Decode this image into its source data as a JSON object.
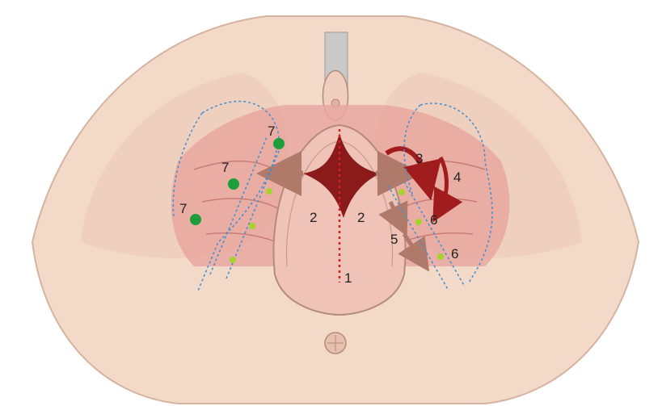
{
  "figure": {
    "labels": {
      "midline": "1",
      "left_flap": "2",
      "right_flap": "2",
      "rotation_arrow": "3",
      "lateral_arrow": "4",
      "advancement_arrow": "5",
      "suture_upper": "6",
      "suture_lower": "6",
      "anchor_top": "7",
      "anchor_middle": "7",
      "anchor_low": "7"
    },
    "colors": {
      "skin": "#f3d9c8",
      "skin_shade": "#ebc7b4",
      "muscle": "#e7a7a0",
      "muscle_dark": "#c97c76",
      "defect": "#8b1a1a",
      "arrow_tan": "#b07a6a",
      "arrow_red": "#a11c1c",
      "dotted_blue": "#3d8fd6",
      "suture_green": "#1e9e3a",
      "suture_lime": "#a6d22c",
      "midline_red": "#d62020"
    }
  }
}
